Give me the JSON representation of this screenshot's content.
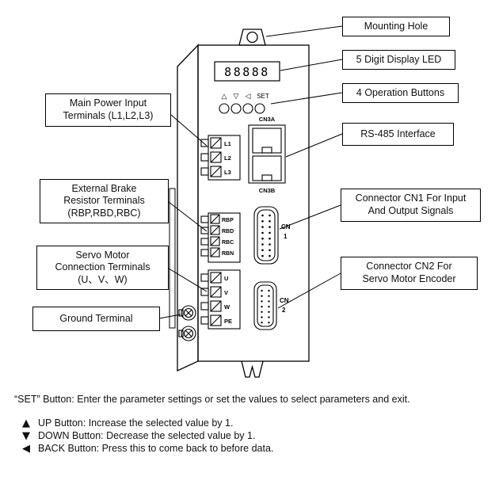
{
  "device": {
    "display": "88888",
    "up_symbol": "△",
    "down_symbol": "▽",
    "back_symbol": "◁",
    "set_label": "SET",
    "cn3a": "CN3A",
    "cn3b": "CN3B",
    "power_terminals": [
      "L1",
      "L2",
      "L3"
    ],
    "brake_terminals": [
      "RBP",
      "RBD",
      "RBC",
      "RBN"
    ],
    "motor_terminals": [
      "U",
      "V",
      "W",
      "PE"
    ],
    "cn1": {
      "line1": "CN",
      "line2": "1"
    },
    "cn2": {
      "line1": "CN",
      "line2": "2"
    }
  },
  "callouts": {
    "mounting_hole": "Mounting Hole",
    "display_led": "5 Digit Display LED",
    "operation_buttons": "4 Operation Buttons",
    "rs485": "RS-485 Interface",
    "cn1": "Connector CN1 For Input\nAnd Output Signals",
    "cn2": "Connector CN2 For\nServo Motor Encoder",
    "main_power": "Main Power Input\nTerminals (L1,L2,L3)",
    "brake": "External Brake\nResistor  Terminals\n(RBP,RBD,RBC)",
    "servo_motor": "Servo Motor\nConnection Terminals\n(U、V、W)",
    "ground": "Ground Terminal"
  },
  "notes": {
    "set_note": "“SET” Button: Enter the parameter settings or set the values to select parameters and exit.",
    "items": [
      {
        "icon": "▲",
        "text": "UP Button: Increase the selected value by 1."
      },
      {
        "icon": "▼",
        "text": "DOWN Button: Decrease the selected value by 1."
      },
      {
        "icon": "◀",
        "text": "BACK Button: Press this to come back to before data."
      }
    ]
  }
}
